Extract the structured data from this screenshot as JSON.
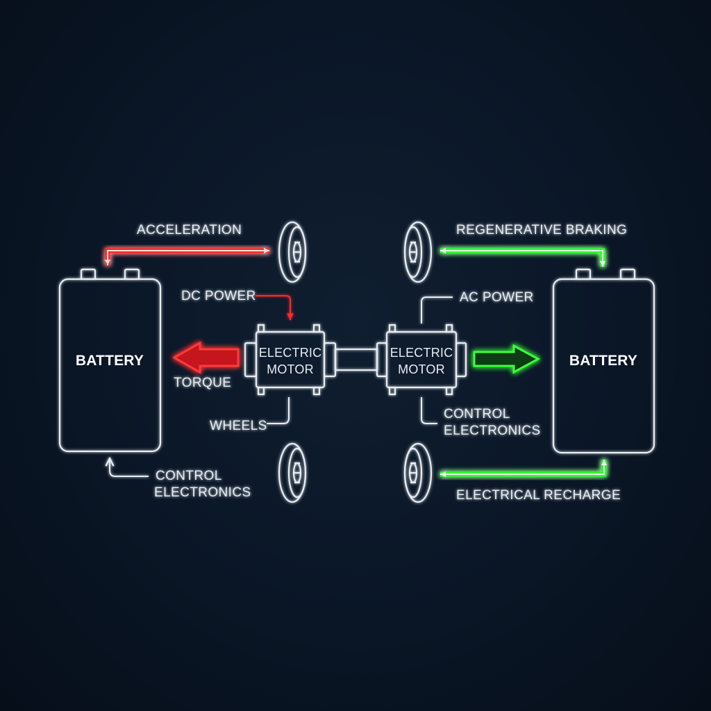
{
  "colors": {
    "line": "#e9eef3",
    "accel": "#ff2a2a",
    "regen": "#3dff3d",
    "background": "#0a1626"
  },
  "left": {
    "mode_label": "ACCELERATION",
    "battery_label": "BATTERY",
    "power_label": "DC POWER",
    "motor_line1": "ELECTRIC",
    "motor_line2": "MOTOR",
    "torque_label": "TORQUE",
    "wheels_label": "WHEELS",
    "control_line1": "CONTROL",
    "control_line2": "ELECTRONICS"
  },
  "right": {
    "mode_label": "REGENERATIVE BRAKING",
    "battery_label": "BATTERY",
    "power_label": "AC POWER",
    "motor_line1": "ELECTRIC",
    "motor_line2": "MOTOR",
    "control_line1": "CONTROL",
    "control_line2": "ELECTRONICS",
    "recharge_label": "ELECTRICAL RECHARGE"
  },
  "icons": {
    "battery": "battery-icon",
    "motor": "electric-motor-icon",
    "wheel": "wheel-icon"
  }
}
